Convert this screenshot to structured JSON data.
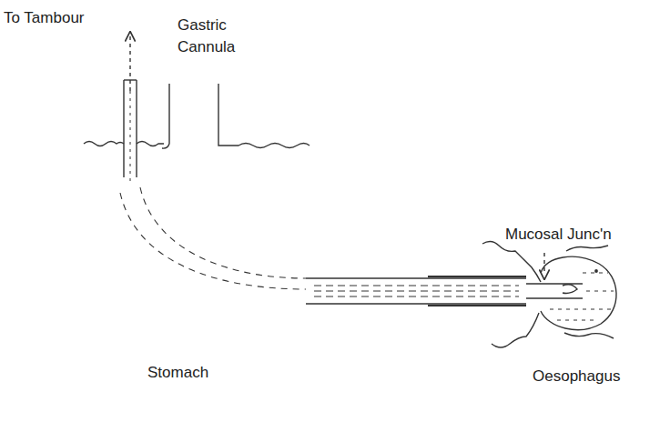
{
  "diagram": {
    "labels": [
      "To Tambour",
      "Gastric Cannula",
      "Mucosal Junc'n",
      "Stomach",
      "Oesophagus"
    ]
  }
}
